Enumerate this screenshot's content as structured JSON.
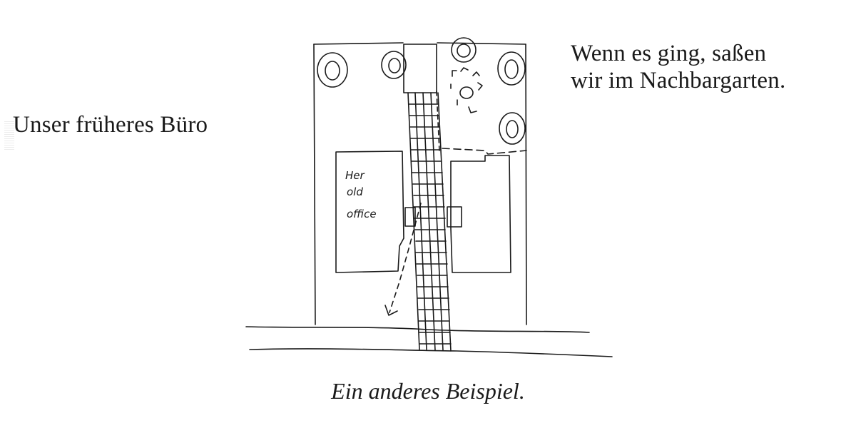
{
  "left_label": "Unser früheres Büro",
  "right_label": {
    "line1": "Wenn es ging, saßen",
    "line2": "wir im Nachbargarten."
  },
  "caption": "Ein anderes Beispiel.",
  "sketch": {
    "handwritten_note": [
      "Her",
      "old",
      "office"
    ]
  }
}
